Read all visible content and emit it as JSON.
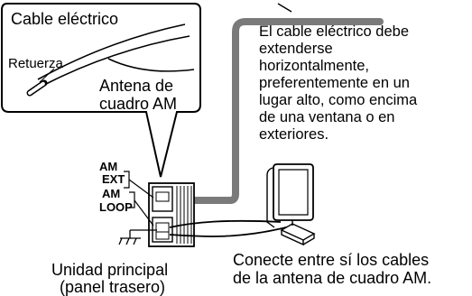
{
  "inset": {
    "cable_label": "Cable eléctrico",
    "retuerza_label": "Retuerza",
    "antenna_label_line1": "Antena de",
    "antenna_label_line2": "cuadro AM"
  },
  "terminals": {
    "am_ext_line1": "AM",
    "am_ext_line2": "EXT",
    "am_loop_line1": "AM",
    "am_loop_line2": "LOOP"
  },
  "unit_label_line1": "Unidad principal",
  "unit_label_line2": "(panel trasero)",
  "instruction_cable": [
    "El cable eléctrico debe",
    "extenderse",
    "horizontalmente,",
    "preferentemente en un",
    "lugar alto, como encima",
    "de una ventana o en",
    "exteriores."
  ],
  "instruction_antenna_line1": "Conecte entre sí los cables",
  "instruction_antenna_line2": "de la antena de cuadro AM."
}
